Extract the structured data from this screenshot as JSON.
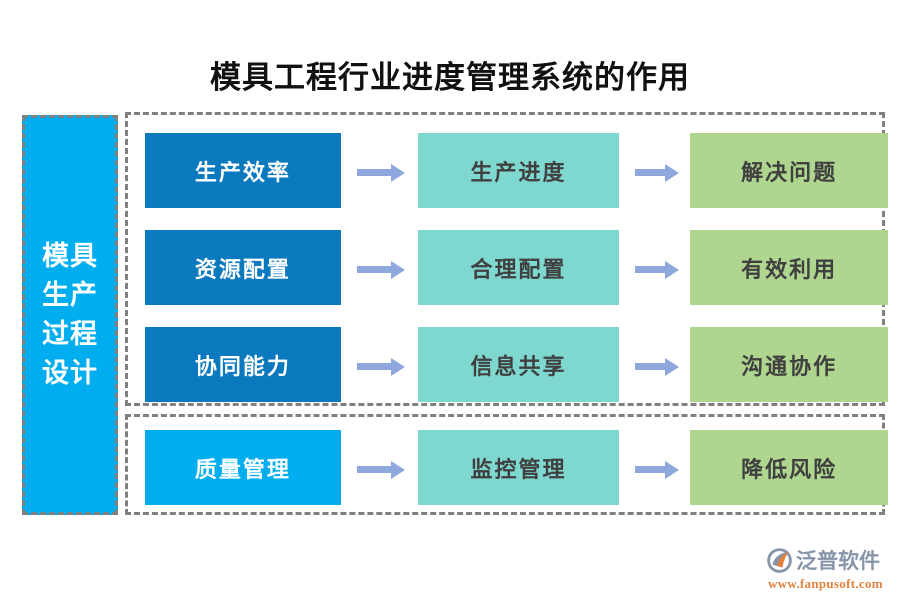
{
  "title": "模具工程行业进度管理系统的作用",
  "side_banner": {
    "label": "模具生产过程设计"
  },
  "colors": {
    "stage1": "#0B79BE",
    "stage1_alt": "#00ADEF",
    "stage2": "#7ED8D0",
    "stage3": "#AED68E",
    "arrow": "#8EA7DD",
    "dashed_border": "#808080",
    "banner": "#00ADEF",
    "title_text": "#111111",
    "logo_text": "#8795A8",
    "logo_url": "#E2813E"
  },
  "groups": [
    {
      "name": "main-group",
      "rows": [
        {
          "stage1": "生产效率",
          "stage2": "生产进度",
          "stage3": "解决问题"
        },
        {
          "stage1": "资源配置",
          "stage2": "合理配置",
          "stage3": "有效利用"
        },
        {
          "stage1": "协同能力",
          "stage2": "信息共享",
          "stage3": "沟通协作"
        }
      ]
    },
    {
      "name": "extra-group",
      "rows": [
        {
          "stage1": "质量管理",
          "stage2": "监控管理",
          "stage3": "降低风险"
        }
      ]
    }
  ],
  "logo": {
    "brand": "泛普软件",
    "url": "www.fanpusoft.com"
  }
}
